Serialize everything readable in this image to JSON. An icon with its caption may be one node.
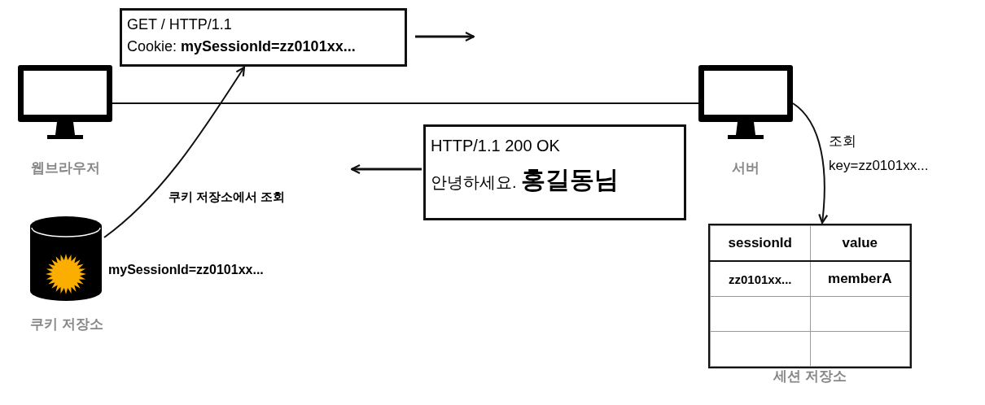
{
  "diagram": {
    "nodes": [
      {
        "text": [
          "웹브라우저"
        ]
      },
      {
        "text": [
          "GET / HTTP/1.1",
          "Cookie: **mySessionId=zz0101xx...**"
        ]
      },
      {
        "text": [
          "서버"
        ]
      },
      {
        "text": [
          "HTTP/1.1 200 OK",
          "안녕하세요. **홍길동님**"
        ]
      },
      {
        "text": [
          "쿠키 저장소"
        ],
        "beside": [
          "mySessionId=zz0101xx..."
        ]
      },
      {
        "text": [
          "세션 저장소"
        ]
      }
    ],
    "edges": [
      {
        "from": 0,
        "to": 2,
        "arrow": "none"
      },
      {
        "from": 4,
        "to": 1,
        "arrow": "to",
        "label": "쿠키 저장소에서 조회"
      },
      {
        "from": 2,
        "to": 5,
        "arrow": "to",
        "label": "조회 key=zz0101xx..."
      }
    ],
    "labels": [
      "sessionId",
      "value",
      "zz0101xx...",
      "memberA"
    ]
  }
}
